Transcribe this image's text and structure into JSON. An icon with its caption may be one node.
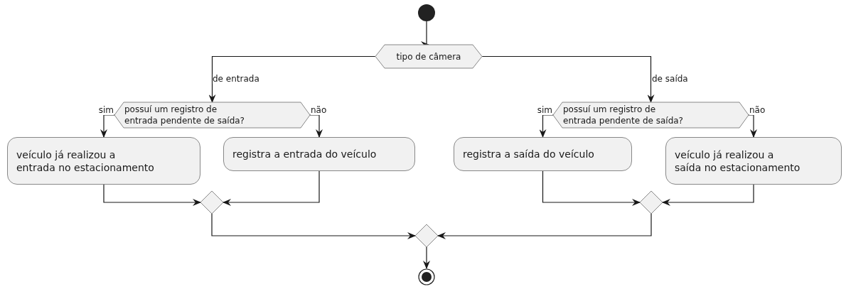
{
  "diagram": {
    "nodes": [
      {
        "text": [],
        "shape": "circle"
      },
      {
        "text": [
          "tipo de câmera"
        ]
      },
      {
        "text": [
          "possuí um registro de entrada pendente de saída?"
        ]
      },
      {
        "text": [
          "veículo já realizou a entrada no estacionamento"
        ]
      },
      {
        "text": [
          "registra a entrada do veículo"
        ]
      },
      {
        "text": [],
        "shape": "diamond"
      },
      {
        "text": [
          "possuí um registro de entrada pendente de saída?"
        ]
      },
      {
        "text": [
          "registra a saída do veículo"
        ]
      },
      {
        "text": [
          "veículo já realizou a saída no estacionamento"
        ]
      },
      {
        "text": [],
        "shape": "diamond"
      },
      {
        "text": [],
        "shape": "diamond"
      },
      {
        "text": [],
        "shape": "circle"
      }
    ],
    "edges": [
      {
        "from": 0,
        "to": 1,
        "arrow": "to"
      },
      {
        "from": 1,
        "to": 2,
        "arrow": "to",
        "label": "de entrada"
      },
      {
        "from": 1,
        "to": 6,
        "arrow": "to",
        "label": "de saída"
      },
      {
        "from": 2,
        "to": 3,
        "arrow": "to",
        "label": "sim"
      },
      {
        "from": 2,
        "to": 4,
        "arrow": "to",
        "label": "não"
      },
      {
        "from": 3,
        "to": 5,
        "arrow": "to"
      },
      {
        "from": 4,
        "to": 5,
        "arrow": "to"
      },
      {
        "from": 6,
        "to": 7,
        "arrow": "to",
        "label": "sim"
      },
      {
        "from": 6,
        "to": 8,
        "arrow": "to",
        "label": "não"
      },
      {
        "from": 7,
        "to": 9,
        "arrow": "to"
      },
      {
        "from": 8,
        "to": 9,
        "arrow": "to"
      },
      {
        "from": 5,
        "to": 10,
        "arrow": "to"
      },
      {
        "from": 9,
        "to": 10,
        "arrow": "to"
      },
      {
        "from": 10,
        "to": 11,
        "arrow": "to"
      }
    ]
  }
}
